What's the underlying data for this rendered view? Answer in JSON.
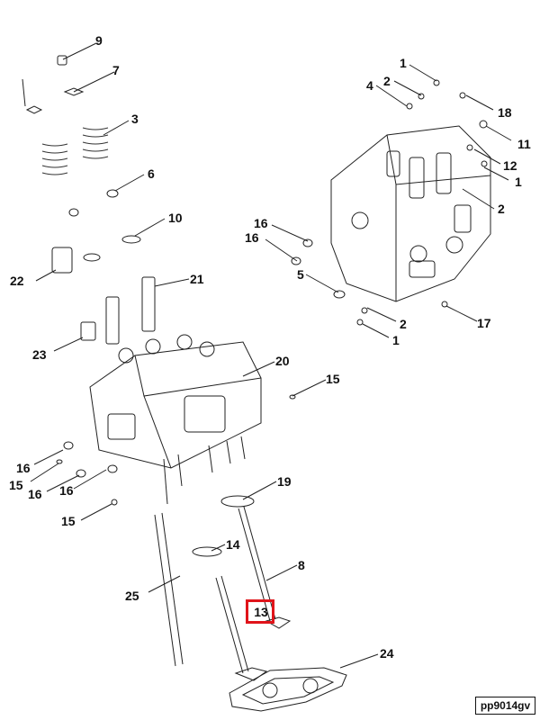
{
  "diagram": {
    "callouts": [
      "9",
      "7",
      "3",
      "6",
      "10",
      "22",
      "21",
      "23",
      "20",
      "15",
      "16",
      "15",
      "16",
      "16",
      "15",
      "19",
      "14",
      "8",
      "25",
      "13",
      "24",
      "1",
      "2",
      "4",
      "18",
      "11",
      "12",
      "1",
      "2",
      "16",
      "16",
      "5",
      "2",
      "1",
      "17"
    ],
    "highlighted_callout": "13",
    "code": "pp9014gv",
    "colors": {
      "highlight": "#e0141a",
      "line": "#111111"
    }
  }
}
